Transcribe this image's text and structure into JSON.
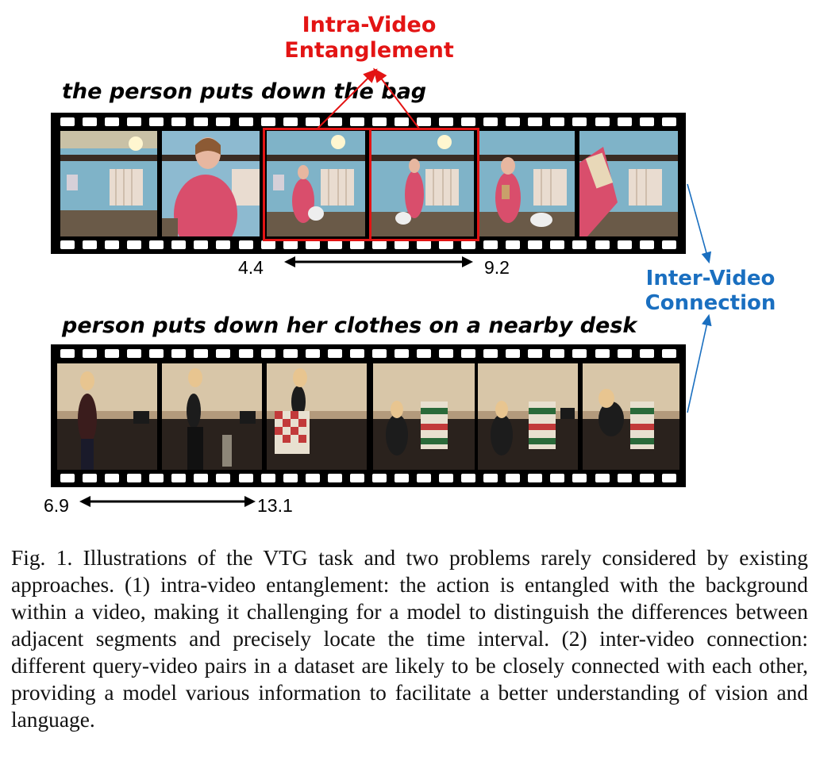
{
  "intra_label": [
    "Intra-Video",
    "Entanglement"
  ],
  "inter_label": [
    "Inter-Video",
    "Connection"
  ],
  "video1": {
    "query": "the person puts down the bag",
    "start": "4.4",
    "end": "9.2"
  },
  "video2": {
    "query": "person puts down her clothes on a nearby desk",
    "start": "6.9",
    "end": "13.1"
  },
  "caption": "Fig. 1.   Illustrations of the VTG task and two problems rarely considered by existing approaches. (1) intra-video entanglement: the action is entangled with the background within a video, making it challenging for a model to distinguish the differences between adjacent segments and precisely locate the time interval. (2) inter-video connection: different query-video pairs in a dataset are likely to be closely connected with each other, providing a model various information to facilitate a better understanding of vision and language.",
  "colors": {
    "intra": "#e31414",
    "inter": "#1a6fc0"
  }
}
